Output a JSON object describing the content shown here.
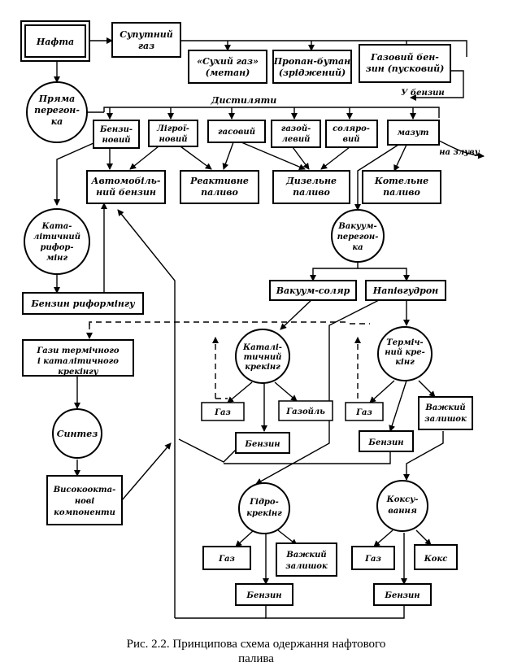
{
  "nodes": {
    "nafta": [
      "Нафта"
    ],
    "suputnyi_gaz": [
      "Супутний",
      "газ"
    ],
    "sukhyi_gaz": [
      "«Сухий газ»",
      "(метан)"
    ],
    "propan_butan": [
      "Пропан-бутан",
      "(зріджений)"
    ],
    "gazovyi_benzyn": [
      "Газовий бен-",
      "зин (пусковий)"
    ],
    "u_benzyn": [
      "У бензин"
    ],
    "priama_perehonka": [
      "Пряма",
      "перегон-",
      "ка"
    ],
    "dystyliaty": [
      "Дистиляти"
    ],
    "benzynovyi": [
      "Бензи-",
      "новий"
    ],
    "lihroinovyi": [
      "Лігроï-",
      "новий"
    ],
    "hasovyi": [
      "гасовий"
    ],
    "hazoilevyi": [
      "газой-",
      "левий"
    ],
    "soliarovyi": [
      "соляро-",
      "вий"
    ],
    "mazut": [
      "мазут"
    ],
    "na_zlyvu": [
      "на злуву"
    ],
    "avtomobilnyi_benzyn": [
      "Автомобіль-",
      "ний бензин"
    ],
    "reaktyvne_palyvo": [
      "Реактивне",
      "паливо"
    ],
    "dyzelne_palyvo": [
      "Дизельне",
      "паливо"
    ],
    "kotelne_palyvo": [
      "Котельне",
      "паливо"
    ],
    "katalitychnyi_ryforminh": [
      "Ката-",
      "літичний",
      "рифор-",
      "мінг"
    ],
    "vakuum_perehonka": [
      "Вакуум-",
      "перегон-",
      "ка"
    ],
    "benzyn_ryforminhu": [
      "Бензин риформінгу"
    ],
    "vakuum_soliar": [
      "Вакуум-соляр"
    ],
    "napivhudron": [
      "Напівгудрон"
    ],
    "hazy_krekinhu": [
      "Гази термічного",
      "і каталітичного",
      "крекінгу"
    ],
    "katalitychnyi_krekinh": [
      "Каталі-",
      "тичний",
      "крекінг"
    ],
    "termichnyi_krekinh": [
      "Терміч-",
      "ний кре-",
      "кінг"
    ],
    "syntez": [
      "Синтез"
    ],
    "haz_1": [
      "Газ"
    ],
    "hazoil": [
      "Газойль"
    ],
    "haz_2": [
      "Газ"
    ],
    "vazhkyi_zalyshok_1": [
      "Важкий",
      "залишок"
    ],
    "benzyn_1": [
      "Бензин"
    ],
    "benzyn_2": [
      "Бензин"
    ],
    "vysokooktanovi": [
      "Високоокта-",
      "нові",
      "компоненти"
    ],
    "hidrokrekinh": [
      "Гідро-",
      "крекінг"
    ],
    "koksuvannia": [
      "Коксу-",
      "вання"
    ],
    "haz_3": [
      "Газ"
    ],
    "vazhkyi_zalyshok_2": [
      "Важкий",
      "залишок"
    ],
    "haz_4": [
      "Газ"
    ],
    "koks": [
      "Кокс"
    ],
    "benzyn_3": [
      "Бензин"
    ],
    "benzyn_4": [
      "Бензин"
    ]
  },
  "caption": [
    "Рис. 2.2. Принципова схема одержання нафтового",
    "палива"
  ]
}
